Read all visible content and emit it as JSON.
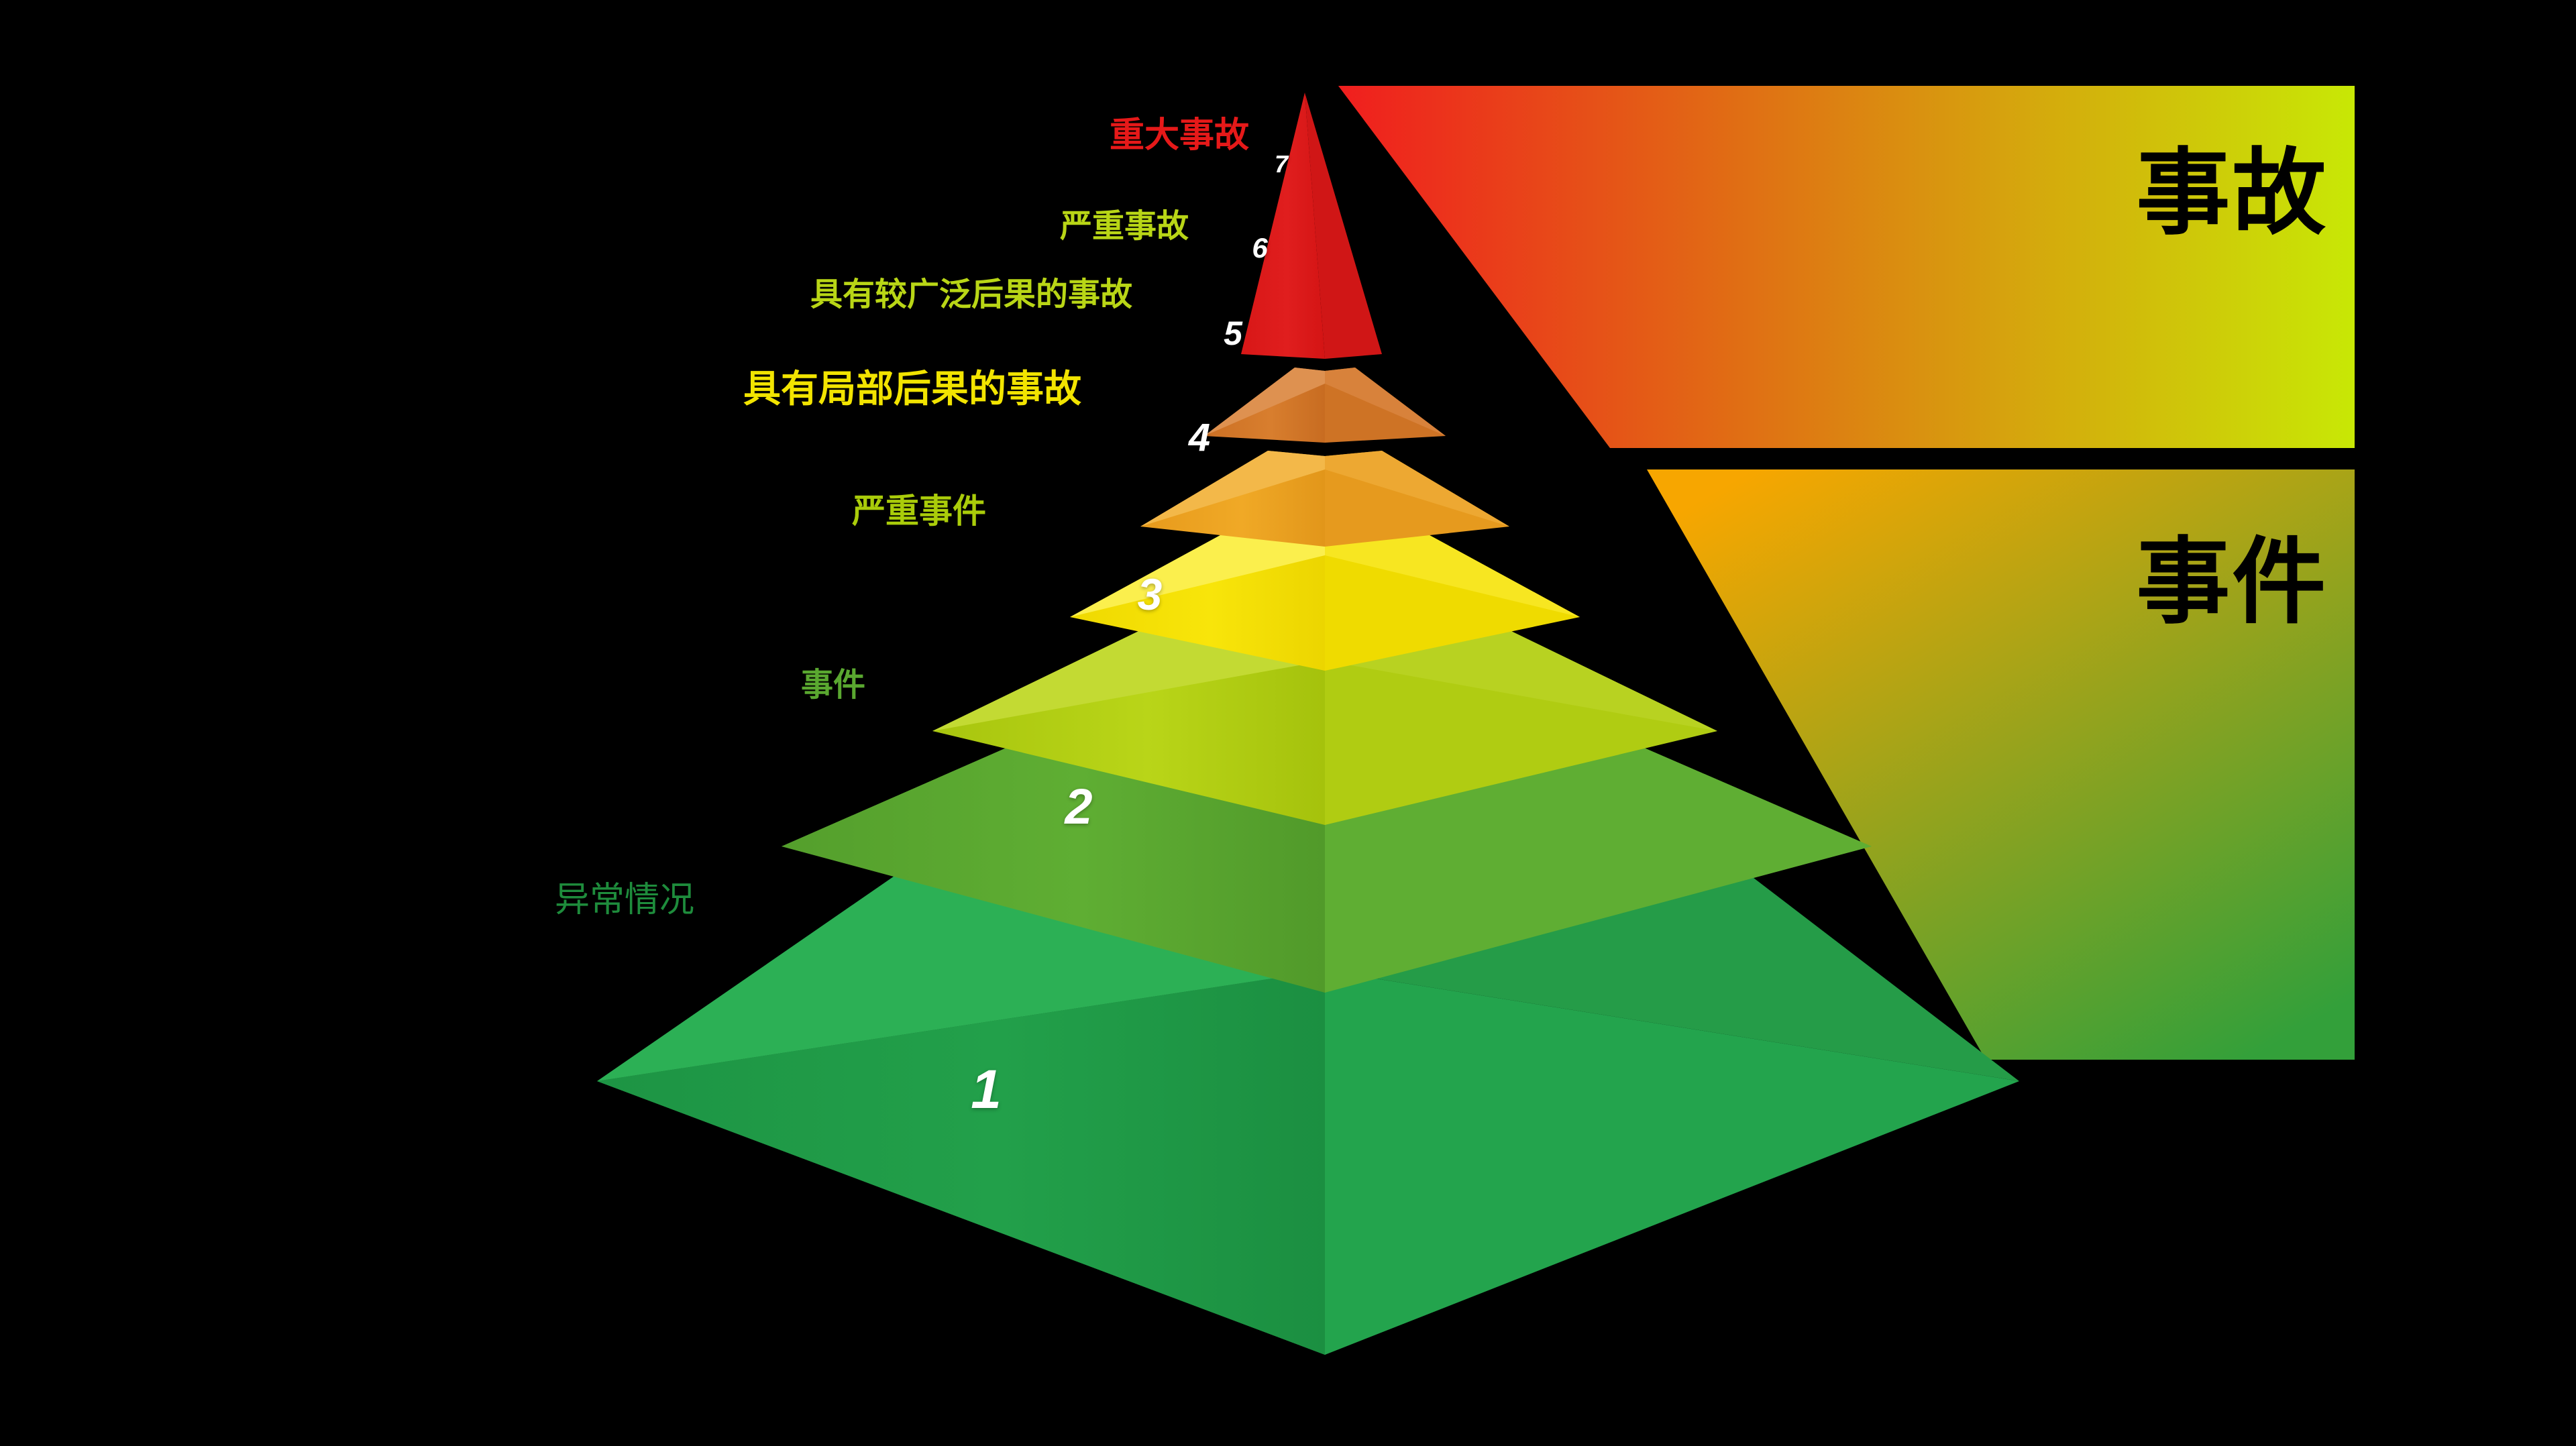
{
  "background_color": "#000000",
  "diagram": {
    "title_hidden": "",
    "type": "7-level risk pyramid",
    "levels": [
      {
        "number": "1",
        "label": "异常情况",
        "label_color": "#1e8c3c",
        "face_color": "#22a04a",
        "side_color": "#1b8a3d",
        "top_color": "#2eb457"
      },
      {
        "number": "2",
        "label": "事件",
        "label_color": "#5aa830",
        "face_color": "#5aa830",
        "side_color": "#4d9329",
        "top_color": "#6cba3c"
      },
      {
        "number": "3",
        "label": "严重事件",
        "label_color": "#aacc0a",
        "face_color": "#b5d117",
        "side_color": "#9dbb0d",
        "top_color": "#c3da33"
      },
      {
        "number": "4",
        "label": "具有局部后果的事故",
        "label_color": "#f2e400",
        "face_color": "#f5e000",
        "side_color": "#e0cc00",
        "top_color": "#fbef4d"
      },
      {
        "number": "5",
        "label": "具有较广泛后果的事故",
        "label_color": "#b9d616",
        "face_color": "#eda321",
        "side_color": "#d68f18",
        "top_color": "#f3b849"
      },
      {
        "number": "6",
        "label": "严重事故",
        "label_color": "#b9d616",
        "face_color": "#d4782a",
        "side_color": "#bd691f",
        "top_color": "#de9150"
      },
      {
        "number": "7",
        "label": "重大事故",
        "label_color": "#e61919",
        "face_color": "#dd1a1a",
        "side_color": "#c41313",
        "top_color": "#e63535"
      }
    ]
  },
  "panels": [
    {
      "text": "事故",
      "gradient_from": "#f01e1e",
      "gradient_to": "#c8e805",
      "text_color": "#000000"
    },
    {
      "text": "事件",
      "gradient_from": "#f7a600",
      "gradient_to": "#33a03a",
      "text_color": "#000000"
    }
  ]
}
